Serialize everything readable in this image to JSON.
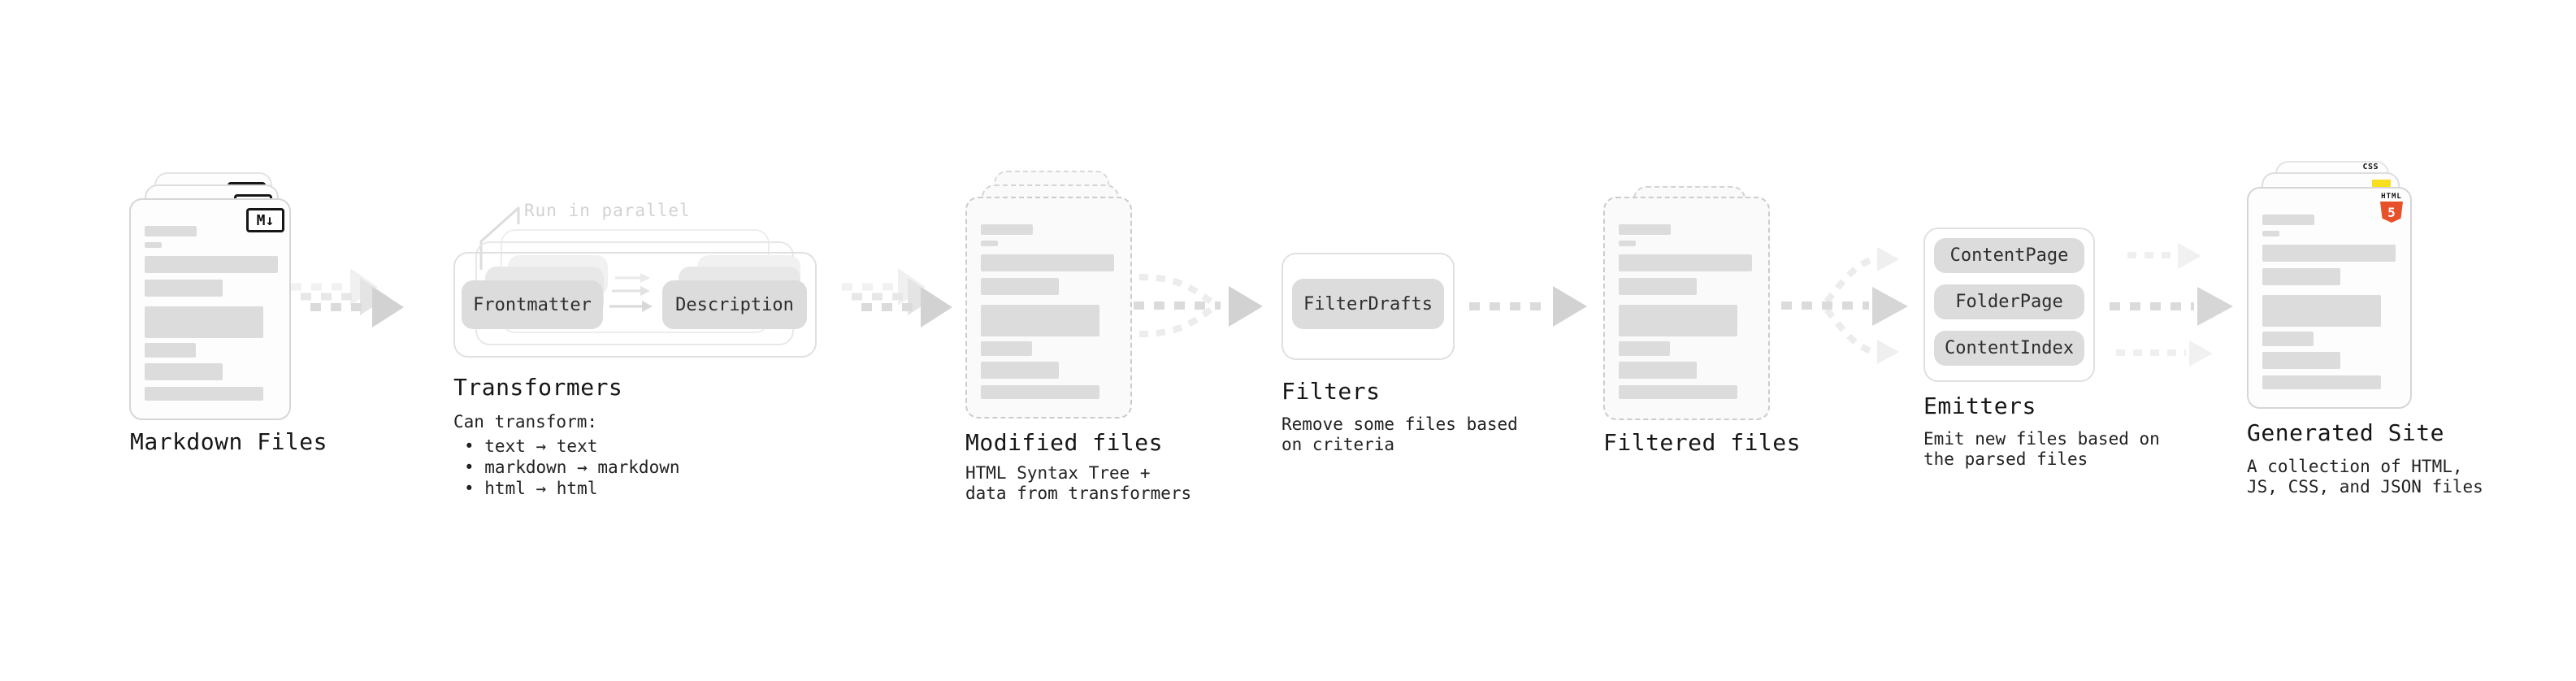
{
  "diagram": {
    "stages": {
      "markdown": {
        "label": "Markdown Files",
        "badge": "M↓"
      },
      "transformers": {
        "label": "Transformers",
        "annotation": "Run in parallel",
        "pill_frontmatter": "Frontmatter",
        "pill_description": "Description",
        "desc_title": "Can transform:",
        "bullets": [
          "• text → text",
          "• markdown → markdown",
          "• html → html"
        ]
      },
      "modified": {
        "label": "Modified files",
        "desc": [
          "HTML Syntax Tree +",
          "data from transformers"
        ]
      },
      "filters": {
        "label": "Filters",
        "pill": "FilterDrafts",
        "desc": [
          "Remove some files based",
          "on criteria"
        ]
      },
      "filtered": {
        "label": "Filtered files"
      },
      "emitters": {
        "label": "Emitters",
        "pills": [
          "ContentPage",
          "FolderPage",
          "ContentIndex"
        ],
        "desc": [
          "Emit new files based on",
          "the parsed files"
        ]
      },
      "generated": {
        "label": "Generated Site",
        "badge_css": "CSS",
        "badge_html_text": "HTML",
        "badge_html_number": "5",
        "desc": [
          "A collection of HTML,",
          "JS, CSS, and JSON files"
        ]
      }
    },
    "colors": {
      "css_blue": "#2962e9",
      "js_yellow": "#f7df1e",
      "html_orange": "#e8502a",
      "pill_gray": "#dcdcdc",
      "arrow_gray": "#d2d2d2",
      "annotation_gray": "#d2d2d2",
      "text_dark": "#1c1c1c"
    }
  }
}
